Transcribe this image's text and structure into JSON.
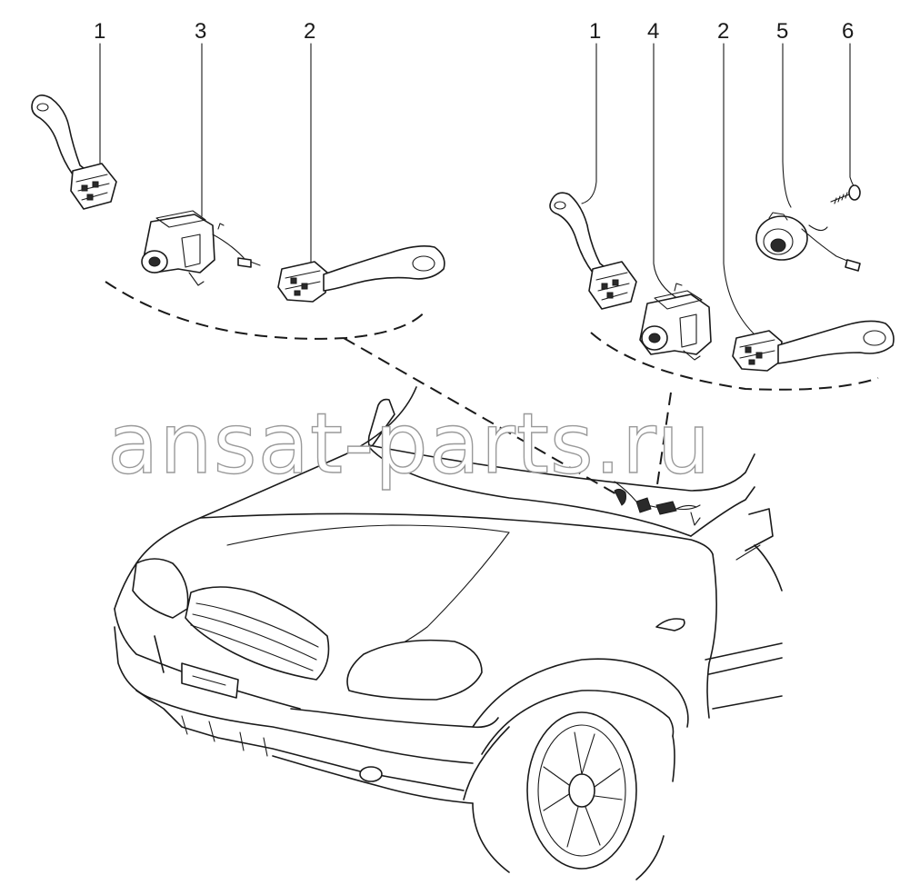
{
  "diagram": {
    "callouts": [
      {
        "id": "left-1",
        "label": "1"
      },
      {
        "id": "left-3",
        "label": "3"
      },
      {
        "id": "left-2",
        "label": "2"
      },
      {
        "id": "right-1",
        "label": "1"
      },
      {
        "id": "right-4",
        "label": "4"
      },
      {
        "id": "right-2",
        "label": "2"
      },
      {
        "id": "right-5",
        "label": "5"
      },
      {
        "id": "right-6",
        "label": "6"
      }
    ],
    "watermark": "ansat-parts.ru"
  }
}
